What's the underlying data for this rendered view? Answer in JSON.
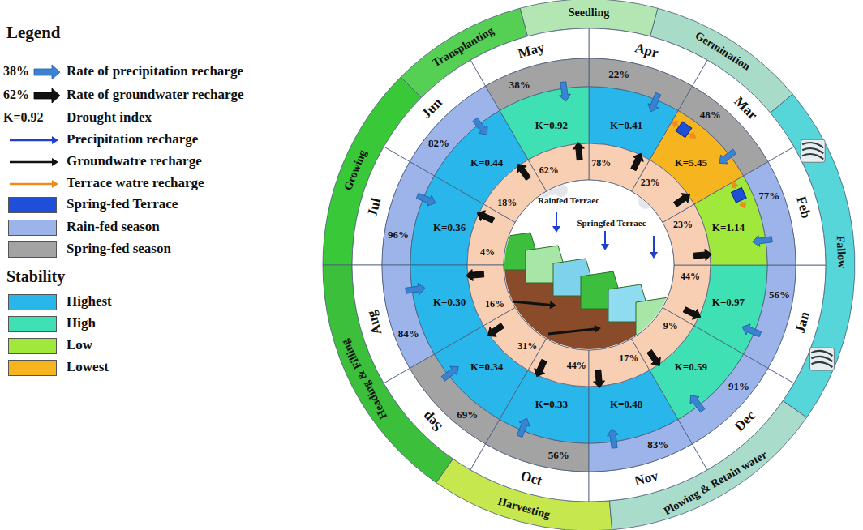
{
  "diagram": {
    "nodes": [
      {
        "text": [
          "Germination"
        ]
      },
      {
        "text": [
          "Seedling"
        ]
      },
      {
        "text": [
          "Transplanting"
        ]
      },
      {
        "text": [
          "Growing"
        ]
      },
      {
        "text": [
          "Heading & Filling"
        ]
      },
      {
        "text": [
          "Harvesting"
        ]
      },
      {
        "text": [
          "Plowing & Retain water"
        ]
      },
      {
        "text": [
          "Fallow"
        ]
      },
      {
        "text": [
          "Jan"
        ]
      },
      {
        "text": [
          "Feb"
        ]
      },
      {
        "text": [
          "Mar"
        ]
      },
      {
        "text": [
          "Apr"
        ]
      },
      {
        "text": [
          "May"
        ]
      },
      {
        "text": [
          "Jun"
        ]
      },
      {
        "text": [
          "Jul"
        ]
      },
      {
        "text": [
          "Aug"
        ]
      },
      {
        "text": [
          "Sep"
        ]
      },
      {
        "text": [
          "Oct"
        ]
      },
      {
        "text": [
          "Nov"
        ]
      },
      {
        "text": [
          "Dec"
        ]
      },
      {
        "text": [
          "56%"
        ]
      },
      {
        "text": [
          "77%"
        ]
      },
      {
        "text": [
          "48%"
        ]
      },
      {
        "text": [
          "22%"
        ]
      },
      {
        "text": [
          "38%"
        ]
      },
      {
        "text": [
          "82%"
        ]
      },
      {
        "text": [
          "96%"
        ]
      },
      {
        "text": [
          "84%"
        ]
      },
      {
        "text": [
          "69%"
        ]
      },
      {
        "text": [
          "56%"
        ]
      },
      {
        "text": [
          "83%"
        ]
      },
      {
        "text": [
          "91%"
        ]
      },
      {
        "text": [
          "K=0.97"
        ]
      },
      {
        "text": [
          "K=1.14"
        ]
      },
      {
        "text": [
          "K=5.45"
        ]
      },
      {
        "text": [
          "K=0.41"
        ]
      },
      {
        "text": [
          "K=0.92"
        ]
      },
      {
        "text": [
          "K=0.44"
        ]
      },
      {
        "text": [
          "K=0.36"
        ]
      },
      {
        "text": [
          "K=0.30"
        ]
      },
      {
        "text": [
          "K=0.34"
        ]
      },
      {
        "text": [
          "K=0.33"
        ]
      },
      {
        "text": [
          "K=0.48"
        ]
      },
      {
        "text": [
          "K=0.59"
        ]
      },
      {
        "text": [
          "44%"
        ]
      },
      {
        "text": [
          "23%"
        ]
      },
      {
        "text": [
          "23%"
        ]
      },
      {
        "text": [
          "78%"
        ]
      },
      {
        "text": [
          "62%"
        ]
      },
      {
        "text": [
          "18%"
        ]
      },
      {
        "text": [
          "4%"
        ]
      },
      {
        "text": [
          "16%"
        ]
      },
      {
        "text": [
          "31%"
        ]
      },
      {
        "text": [
          "44%"
        ]
      },
      {
        "text": [
          "17%"
        ]
      },
      {
        "text": [
          "9%"
        ]
      }
    ],
    "labels": [
      "Legend",
      "38%",
      "62%",
      "K=0.92",
      "Stability",
      "Rainfed Terraec",
      "Springfed Terraec"
    ],
    "legend": [
      {
        "text": "Rate of precipitation recharge"
      },
      {
        "text": "Rate of groundwater recharge"
      },
      {
        "text": "Drought index"
      },
      {
        "text": "Precipitation recharge"
      },
      {
        "text": "Groundwatre recharge"
      },
      {
        "text": "Terrace watre recharge"
      },
      {
        "text": "Spring-fed Terrace",
        "color": "#1f4fd8"
      },
      {
        "text": "Rain-fed season",
        "color": "#9db4ea"
      },
      {
        "text": "Spring-fed season",
        "color": "#a3a3a3"
      },
      {
        "text": "Highest",
        "color": "#29b6ea"
      },
      {
        "text": "High",
        "color": "#40e0b5"
      },
      {
        "text": "Low",
        "color": "#a0e83c"
      },
      {
        "text": "Lowest",
        "color": "#f6b41e"
      }
    ]
  }
}
